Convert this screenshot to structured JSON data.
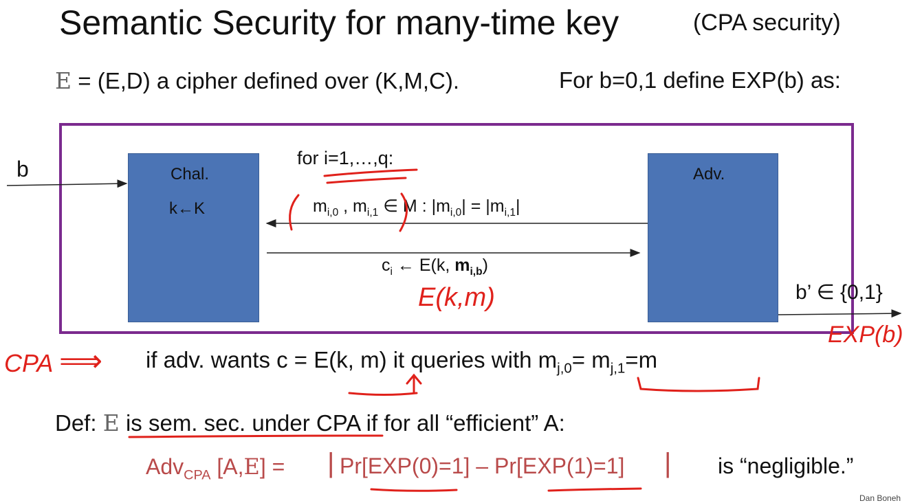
{
  "slide": {
    "title": "Semantic Security for many-time key",
    "title_sub": "(CPA security)",
    "def_line": {
      "symbol": "E",
      "part1": " = (E,D)   a cipher defined over  (K,M,C).",
      "part2": "For   b=0,1   define EXP(b)  as:"
    }
  },
  "diagram": {
    "input_b": "b",
    "chal_label": "Chal.",
    "chal_key": "k←K",
    "adv_label": "Adv.",
    "loop_label": "for i=1,…,q:",
    "query": {
      "m0_base": "m",
      "m0_sub": "i,0",
      "sep": " , ",
      "m1_base": "m",
      "m1_sub": "i,1",
      "in_M": " ∈ M :   ",
      "len_open": "|m",
      "len0_sub": "i,0",
      "len_mid": "| = |m",
      "len1_sub": "i,1",
      "len_close": "|"
    },
    "response": {
      "c_base": "c",
      "c_sub": "i",
      "arrow": " ← E(k, ",
      "mb_base": "m",
      "mb_sub": "i,b",
      "close": ")"
    },
    "output": "b’ ∈ {0,1}"
  },
  "cpa_line": {
    "prefix": "if adv. wants  c = E(k, m)  it queries with  ",
    "mj0_base": "m",
    "mj0_sub": "j,0",
    "eq": "= ",
    "mj1_base": "m",
    "mj1_sub": "j,1",
    "tail": "=m"
  },
  "definition": {
    "prefix": "Def: ",
    "symbol": "E",
    "rest": " is sem. sec. under CPA if for all “efficient”   A:"
  },
  "formula": {
    "adv": "Adv",
    "adv_sub": "CPA",
    "args_open": " [A,",
    "args_symbol": "E",
    "args_close": "]  =",
    "bar": "|",
    "expr": "Pr[EXP(0)=1] – Pr[EXP(1)=1]",
    "tail": "is “negligible.”"
  },
  "annotations": {
    "e_km": "E(k,m)",
    "exp_b": "EXP(b)",
    "cpa": "CPA",
    "cpa_arrow": "⟹"
  },
  "credit": "Dan Boneh",
  "colors": {
    "frame": "#7b2a8e",
    "box_fill": "#4b74b5",
    "formula_text": "#b94a4a",
    "annotation_red": "#e0211b"
  }
}
